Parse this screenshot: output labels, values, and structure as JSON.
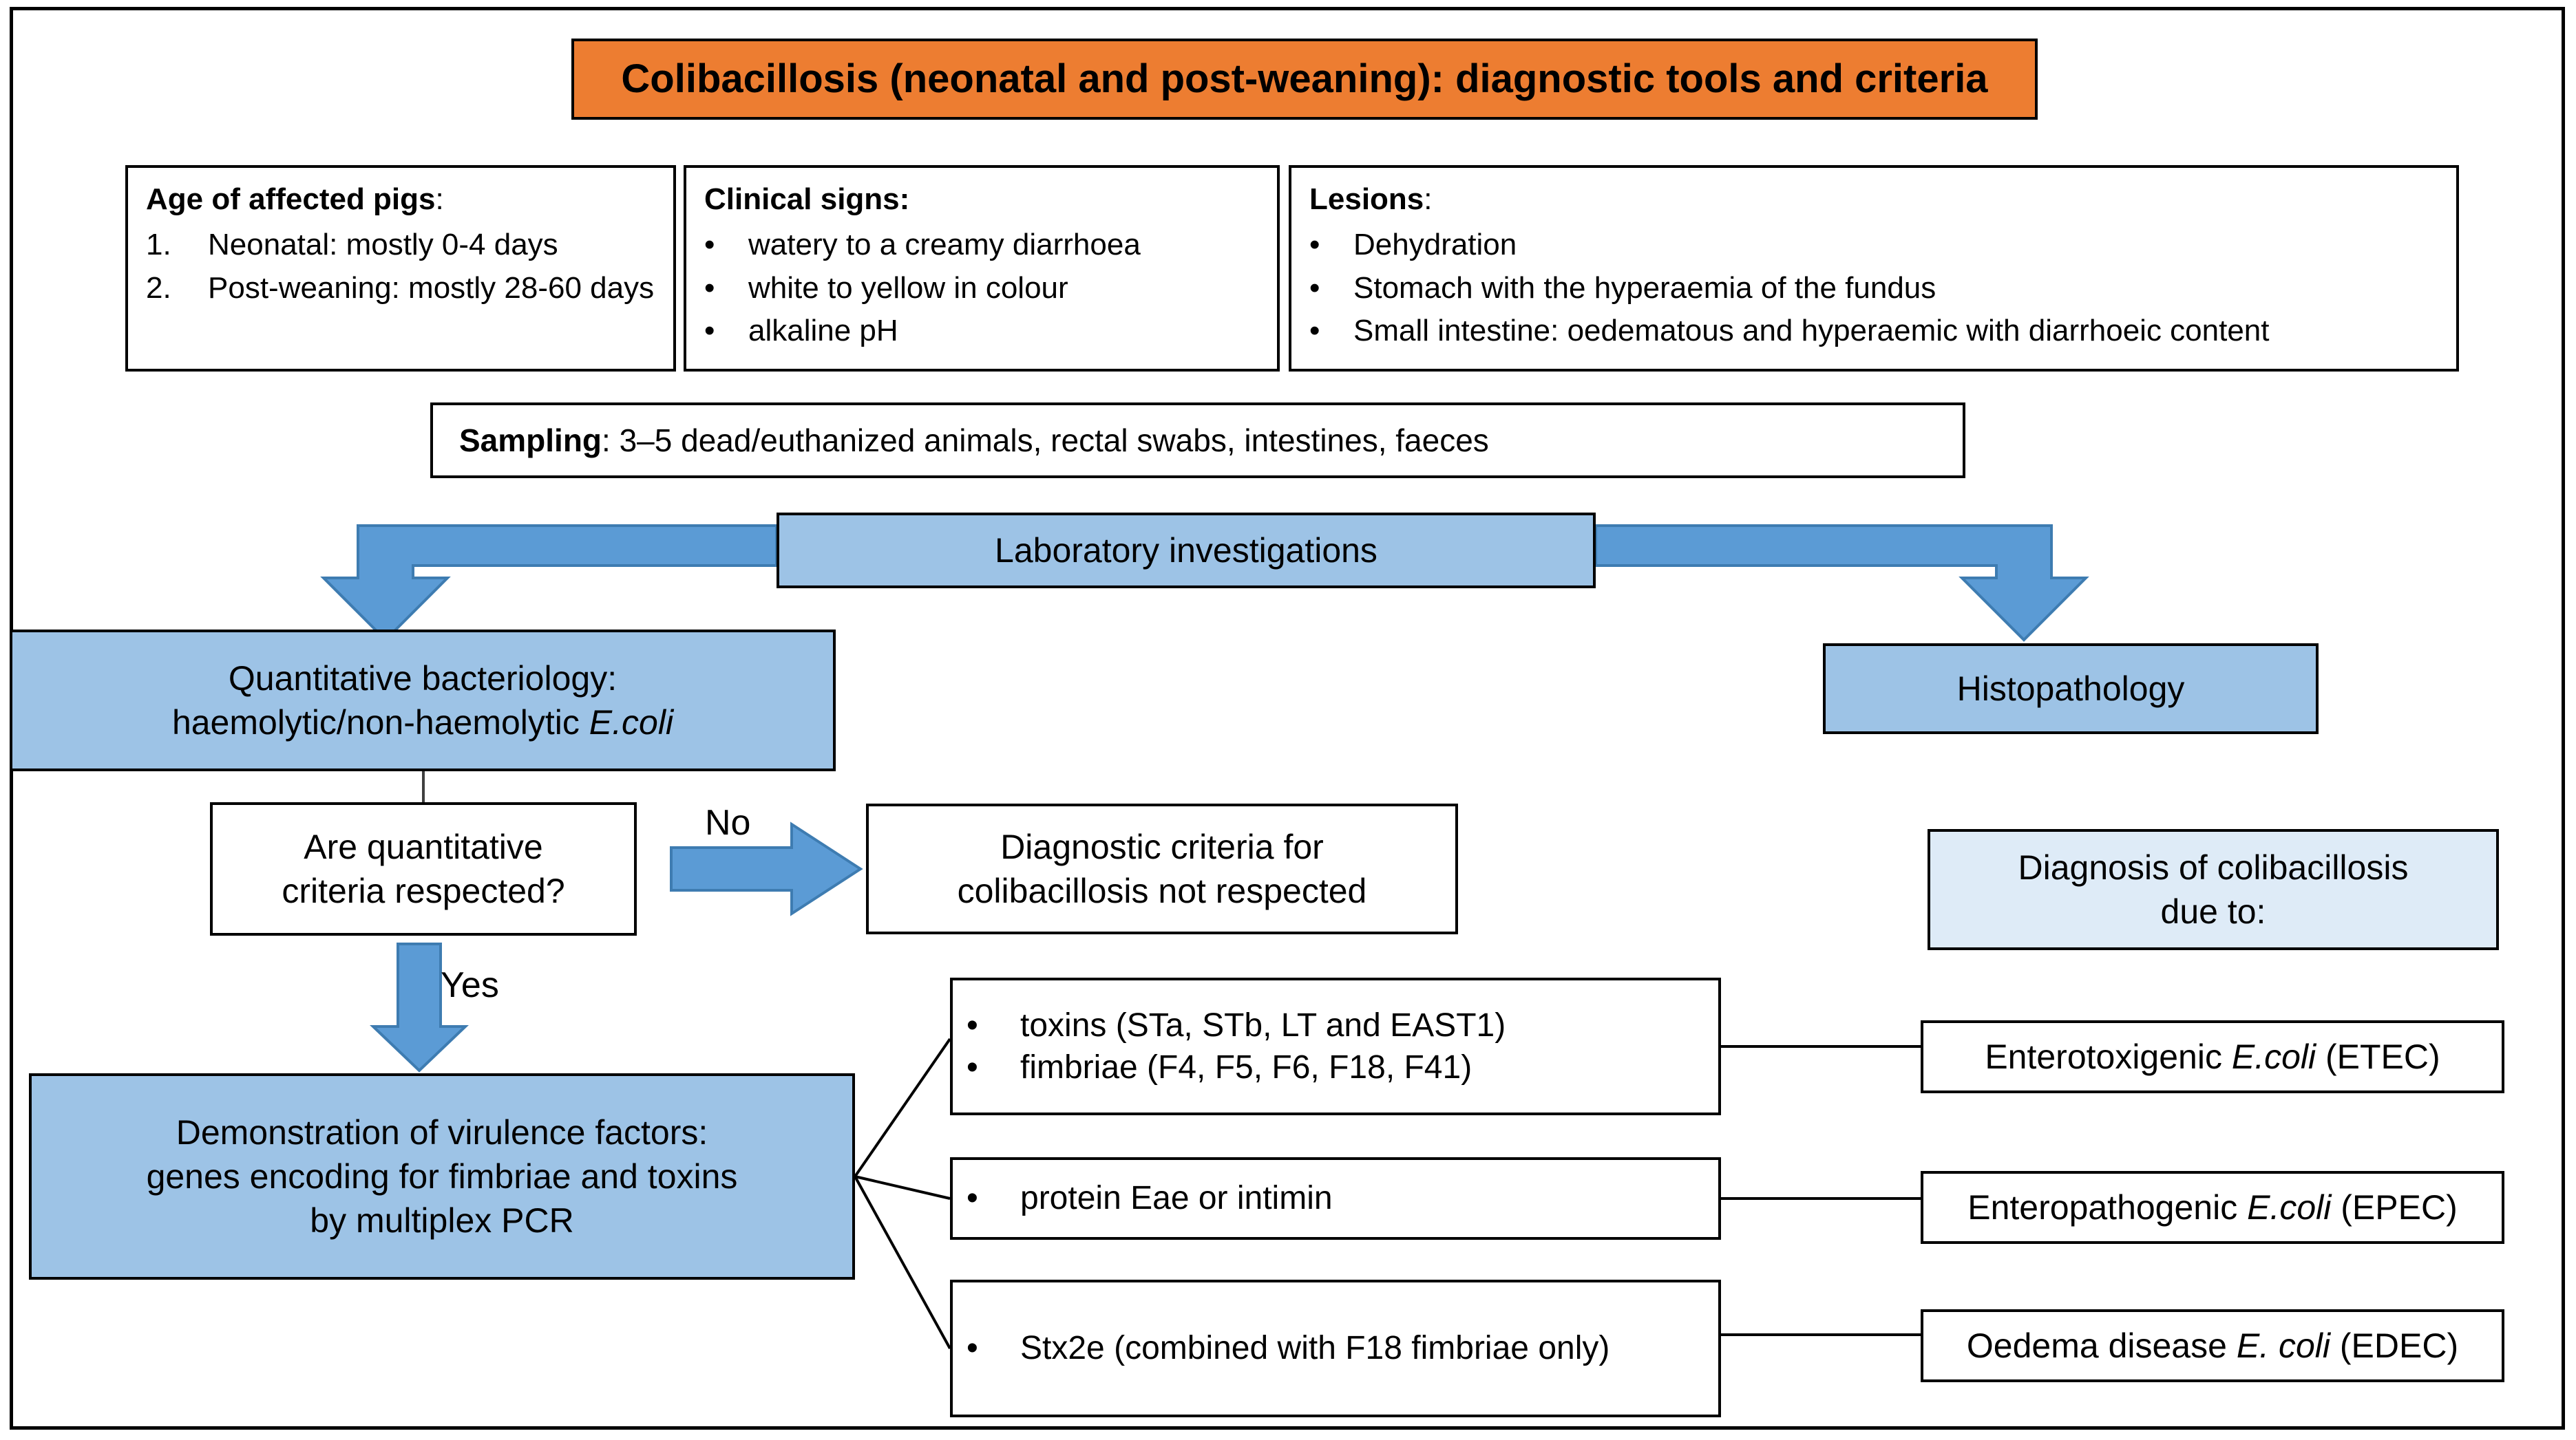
{
  "title": "Colibacillosis (neonatal and post-weaning): diagnostic tools and criteria",
  "colors": {
    "title_fill": "#ED7D31",
    "process_fill": "#9DC3E6",
    "light_fill": "#DEEBF7",
    "arrow_fill": "#5B9BD5",
    "border": "#000000"
  },
  "info_boxes": {
    "age": {
      "heading": "Age of affected pigs",
      "heading_suffix": ":",
      "items": [
        {
          "marker": "1.",
          "text": "Neonatal: mostly 0-4 days"
        },
        {
          "marker": "2.",
          "text": "Post-weaning:  mostly  28-60 days"
        }
      ]
    },
    "clinical_signs": {
      "heading": "Clinical signs:",
      "items": [
        {
          "marker": "•",
          "text": "watery to a creamy diarrhoea"
        },
        {
          "marker": "•",
          "text": "white to yellow in colour"
        },
        {
          "marker": "•",
          "text": "alkaline pH"
        }
      ]
    },
    "lesions": {
      "heading": "Lesions",
      "heading_suffix": ":",
      "items": [
        {
          "marker": "•",
          "text": "Dehydration"
        },
        {
          "marker": "•",
          "text": "Stomach with the hyperaemia of the fundus"
        },
        {
          "marker": "•",
          "text": "Small intestine: oedematous and hyperaemic with diarrhoeic content"
        }
      ]
    }
  },
  "sampling": {
    "label": "Sampling",
    "text": ": 3–5 dead/euthanized animals, rectal swabs, intestines, faeces"
  },
  "lab_investigations": "Laboratory investigations",
  "quantitative_bacteriology": {
    "line1": "Quantitative bacteriology:",
    "line2_prefix": "haemolytic/non-haemolytic ",
    "line2_italic": "E.coli"
  },
  "histopathology": "Histopathology",
  "decision": {
    "line1": "Are quantitative",
    "line2": "criteria respected?",
    "no_label": "No",
    "yes_label": "Yes"
  },
  "not_respected": {
    "line1": "Diagnostic criteria for",
    "line2": "colibacillosis not respected"
  },
  "diagnosis_due_to": {
    "line1": "Diagnosis of colibacillosis",
    "line2": "due to:"
  },
  "virulence_factors": {
    "line1": "Demonstration of virulence factors:",
    "line2": "genes encoding for fimbriae and toxins",
    "line3": "by multiplex PCR"
  },
  "virulence_groups": [
    {
      "id": "etec",
      "bullets": [
        "toxins (STa, STb, LT and EAST1)",
        "fimbriae (F4, F5, F6, F18, F41)"
      ],
      "outcome_prefix": "Enterotoxigenic ",
      "outcome_italic": "E.coli",
      "outcome_suffix": " (ETEC)"
    },
    {
      "id": "epec",
      "bullets": [
        " protein Eae or intimin"
      ],
      "outcome_prefix": "Enteropathogenic ",
      "outcome_italic": "E.coli",
      "outcome_suffix": " (EPEC)"
    },
    {
      "id": "edec",
      "bullets": [
        "Stx2e (combined with F18 fimbriae only)"
      ],
      "outcome_prefix": "Oedema disease ",
      "outcome_italic": "E. coli",
      "outcome_suffix": " (EDEC)"
    }
  ],
  "icons": {
    "bullet": "bullet-icon",
    "elbow_arrow_left": "elbow-arrow-down-left-icon",
    "elbow_arrow_right": "elbow-arrow-down-right-icon",
    "arrow_right": "arrow-right-icon",
    "arrow_down": "arrow-down-icon"
  }
}
